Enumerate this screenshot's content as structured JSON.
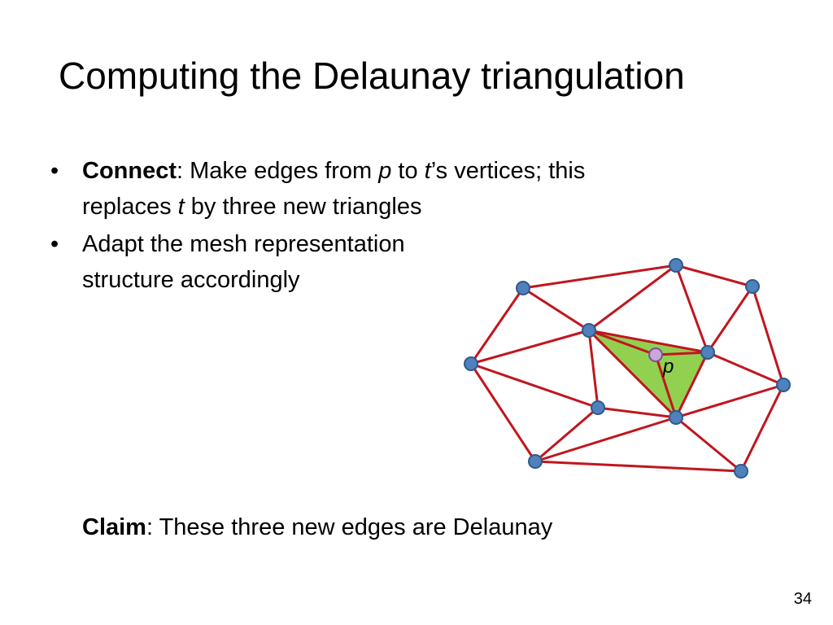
{
  "slide": {
    "title": "Computing the Delaunay triangulation",
    "number": "34"
  },
  "bullets": [
    {
      "marker": "•",
      "line1": {
        "bold": "Connect",
        "t1": ": Make edges from ",
        "p": "p",
        "t2": " to ",
        "t": "t",
        "t3": "’s vertices; this"
      },
      "line2": {
        "t1": "replaces ",
        "t": "t",
        "t2": " by three new triangles"
      }
    },
    {
      "marker": "•",
      "line1": "Adapt the mesh representation",
      "line2": "structure accordingly"
    }
  ],
  "claim": {
    "bold": "Claim",
    "text": ": These three new edges are Delaunay"
  },
  "diagram": {
    "point_label": "p",
    "colors": {
      "edge": "#c0161e",
      "vertex_fill": "#4f81bd",
      "vertex_stroke": "#2e5a8c",
      "point_fill": "#c9a8d9",
      "point_stroke": "#7a4f9a",
      "triangle_fill": "#92d050"
    }
  }
}
